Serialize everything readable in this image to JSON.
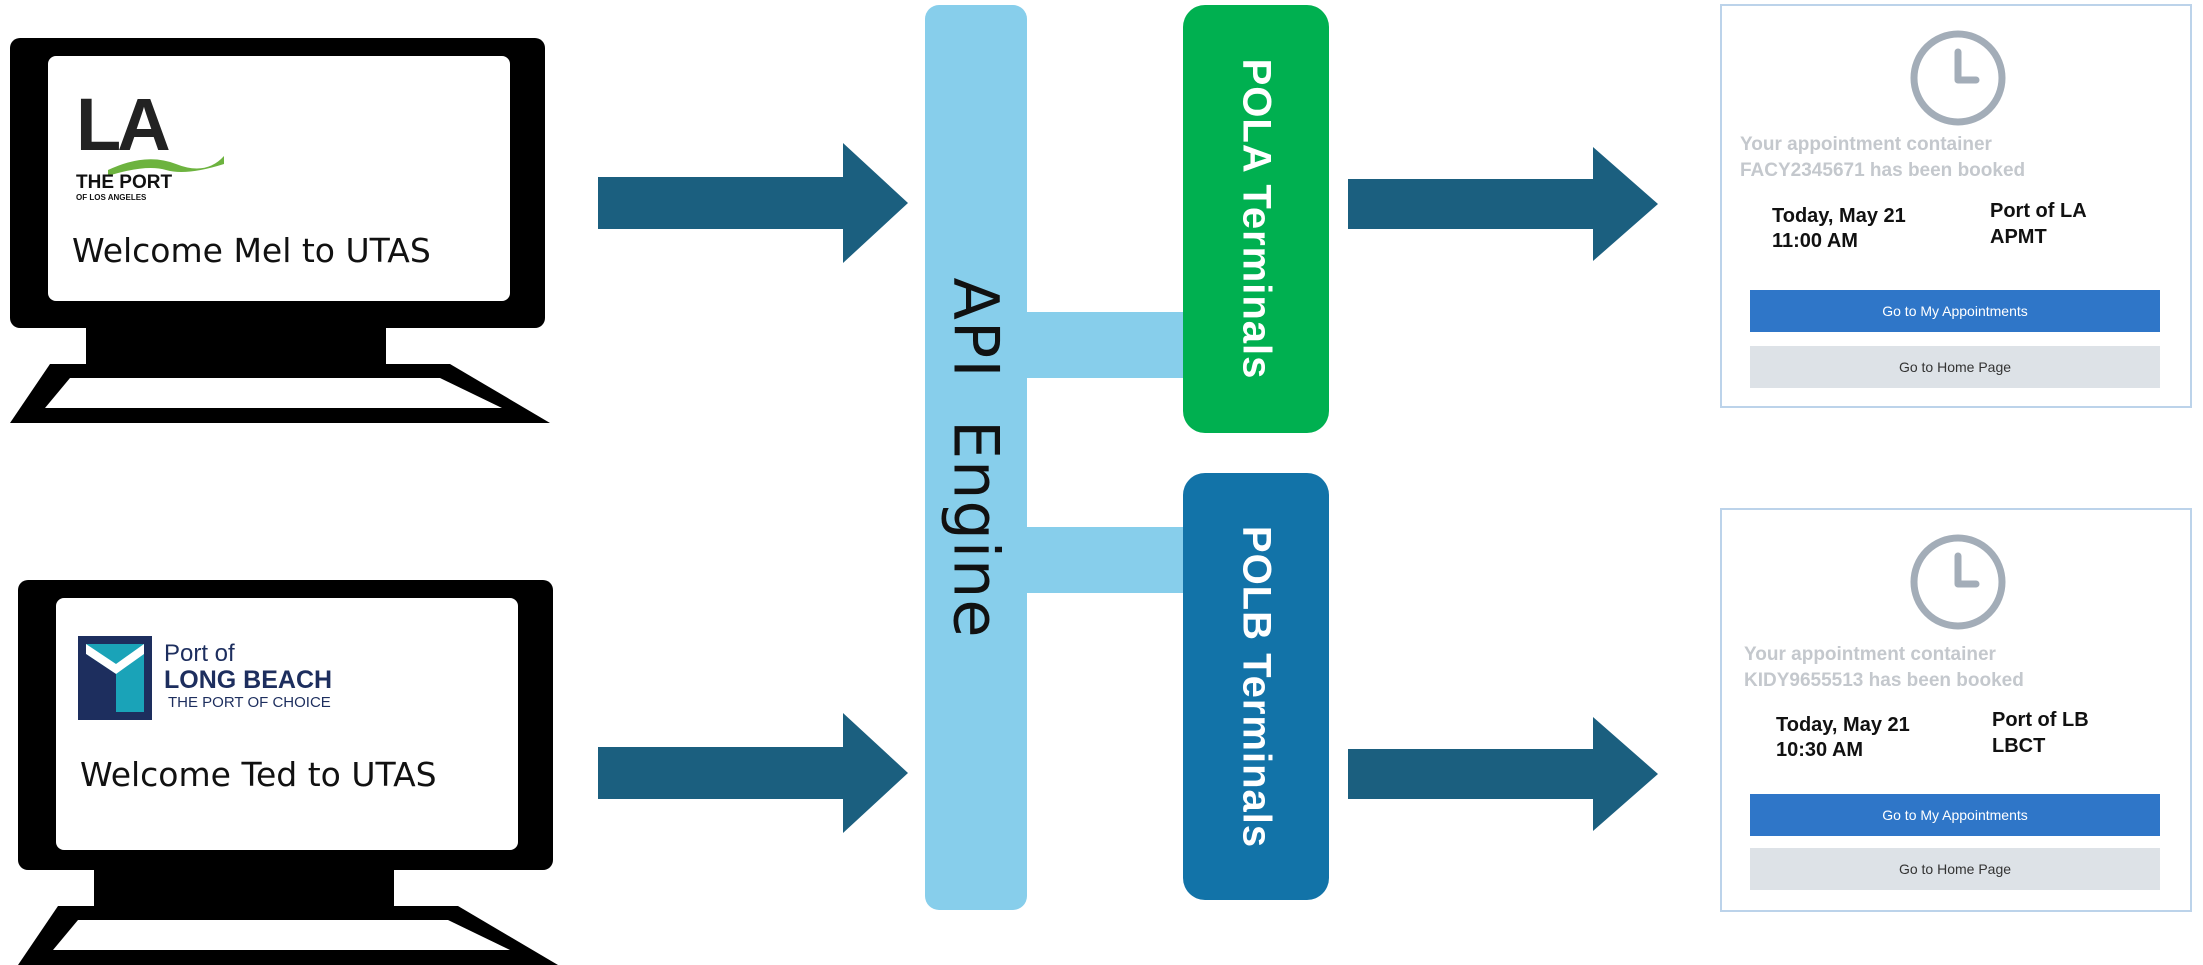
{
  "monitors": [
    {
      "logo_main": "LA",
      "logo_line1": "THE PORT",
      "logo_line2": "OF LOS ANGELES",
      "welcome": "Welcome Mel to UTAS"
    },
    {
      "logo_line1": "Port of",
      "logo_line2": "LONG BEACH",
      "logo_line3": "THE PORT OF CHOICE",
      "welcome": "Welcome Ted to UTAS"
    }
  ],
  "engine": {
    "label": "API  Engine"
  },
  "terminals": [
    {
      "label": "POLA Terminals",
      "color": "#00b050"
    },
    {
      "label": "POLB Terminals",
      "color": "#1273a8"
    }
  ],
  "cards": [
    {
      "msg_line1": "Your appointment container",
      "msg_line2": "FACY2345671 has been booked",
      "date": "Today, May 21",
      "time": "11:00 AM",
      "port": "Port of LA",
      "terminal": "APMT",
      "primary_button": "Go to My Appointments",
      "secondary_button": "Go to Home Page"
    },
    {
      "msg_line1": "Your appointment container",
      "msg_line2": "KIDY9655513 has been booked",
      "date": "Today, May 21",
      "time": "10:30 AM",
      "port": "Port of LB",
      "terminal": "LBCT",
      "primary_button": "Go to My Appointments",
      "secondary_button": "Go to Home Page"
    }
  ],
  "colors": {
    "arrow": "#1b5f7f",
    "engine": "#87ceeb",
    "primary_button": "#2f76c8",
    "secondary_button": "#dde2e7",
    "la_logo_green": "#6db33f",
    "lb_logo_teal": "#1aa3b8",
    "lb_logo_navy": "#1d2e5e"
  },
  "icons": [
    "clock-icon",
    "arrow-right-icon",
    "computer-monitor-icon"
  ]
}
